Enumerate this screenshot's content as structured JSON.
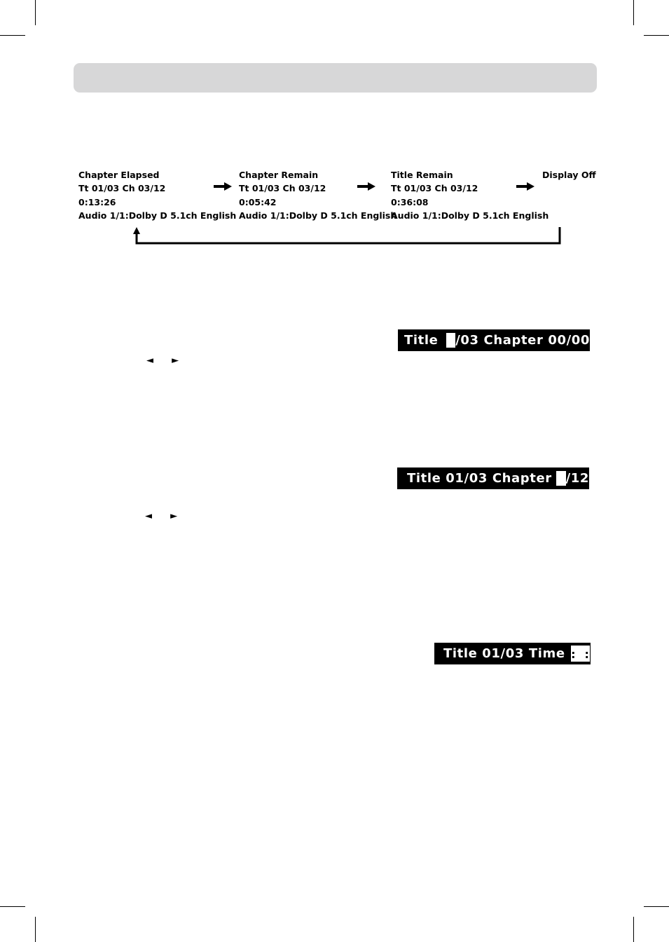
{
  "display_cycle": [
    {
      "mode": "Chapter Elapsed",
      "track": "Tt 01/03  Ch 03/12",
      "time": "0:13:26",
      "audio": "Audio  1/1:Dolby D 5.1ch English"
    },
    {
      "mode": "Chapter Remain",
      "track": "Tt 01/03  Ch 03/12",
      "time": "0:05:42",
      "audio": "Audio  1/1:Dolby D 5.1ch English"
    },
    {
      "mode": "Title Remain",
      "track": "Tt 01/03  Ch 03/12",
      "time": "0:36:08",
      "audio": "Audio  1/1:Dolby D 5.1ch English"
    },
    {
      "mode": "Display Off"
    }
  ],
  "osd_title_search": {
    "prefix": "Title",
    "suffix": "/03 Chapter 00/00"
  },
  "osd_chapter_search": {
    "prefix": "Title 01/03 Chapter",
    "suffix": "/12"
  },
  "osd_time_search": {
    "prefix": "Title 01/03 Time",
    "time_field": ":  :"
  },
  "nav_symbols": {
    "left": "◄",
    "right": "►"
  },
  "icons": {
    "flow_arrow": "right-arrow-icon",
    "loop_arrow": "loop-back-arrow-icon",
    "nav_left": "left-triangle-icon",
    "nav_right": "right-triangle-icon"
  }
}
